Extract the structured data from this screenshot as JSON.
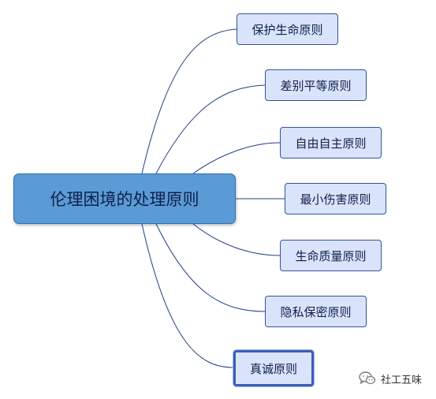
{
  "mindmap": {
    "root": {
      "label": "伦理困境的处理原则"
    },
    "branches": [
      {
        "label": "保护生命原则"
      },
      {
        "label": "差别平等原则"
      },
      {
        "label": "自由自主原则"
      },
      {
        "label": "最小伤害原则"
      },
      {
        "label": "生命质量原则"
      },
      {
        "label": "隐私保密原则"
      },
      {
        "label": "真诚原则",
        "selected": true
      }
    ],
    "colors": {
      "root_fill": "#5b9bd5",
      "branch_fill": "#d9e4fb",
      "connector": "#1f3f86",
      "text": "#0f1f4a"
    }
  },
  "watermark": {
    "text": "社工五味",
    "icon": "wechat-icon"
  }
}
